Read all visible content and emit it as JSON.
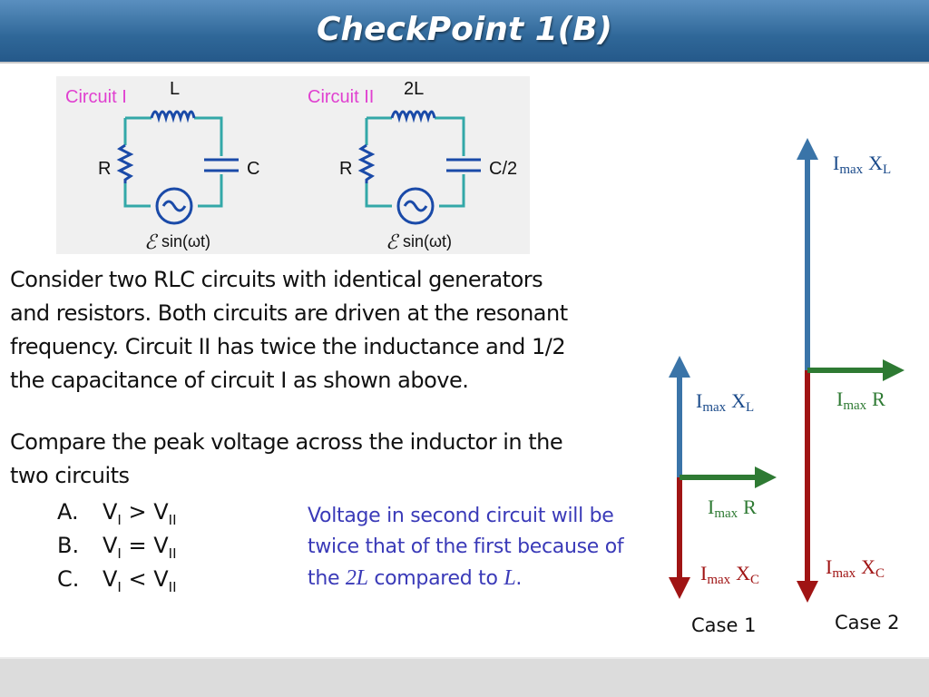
{
  "title": "CheckPoint 1(B)",
  "circuits": [
    {
      "name": "Circuit I",
      "inductor": "L",
      "resistor": "R",
      "capacitor": "C",
      "source": "sin(ωt)"
    },
    {
      "name": "Circuit II",
      "inductor": "2L",
      "resistor": "R",
      "capacitor": "C/2",
      "source": "sin(ωt)"
    }
  ],
  "paragraph1": [
    "Consider two RLC circuits with identical generators",
    "and resistors. Both circuits are driven at the resonant",
    "frequency. Circuit II has twice the inductance and 1/2",
    "the capacitance of circuit I as shown above."
  ],
  "paragraph2": [
    "Compare the peak voltage across the inductor in the",
    "two circuits"
  ],
  "choices": [
    {
      "letter": "A.",
      "left": "V",
      "left_sub": "I",
      "op": " > ",
      "right": "V",
      "right_sub": "II"
    },
    {
      "letter": "B.",
      "left": "V",
      "left_sub": "I",
      "op": " = ",
      "right": "V",
      "right_sub": "II"
    },
    {
      "letter": "C.",
      "left": "V",
      "left_sub": "I",
      "op": " < ",
      "right": "V",
      "right_sub": "II"
    }
  ],
  "explanation": {
    "part1": "Voltage in second circuit will be twice that of the first because of the ",
    "math1": "2L",
    "part2": " compared to ",
    "math2": "L",
    "part3": "."
  },
  "phasor_labels": {
    "I": "I",
    "max": "max",
    "X": "X",
    "L": "L",
    "C": "C",
    "R": "R"
  },
  "cases": [
    "Case 1",
    "Case 2"
  ],
  "colors": {
    "title_bar": "#2f6798",
    "inductor_phasor": "#3a74a8",
    "resistor_phasor": "#2e7a33",
    "capacitor_phasor": "#a01414",
    "circuit_label": "#e040d0",
    "wire": "#33a8a8",
    "explanation": "#3a3ab8"
  }
}
